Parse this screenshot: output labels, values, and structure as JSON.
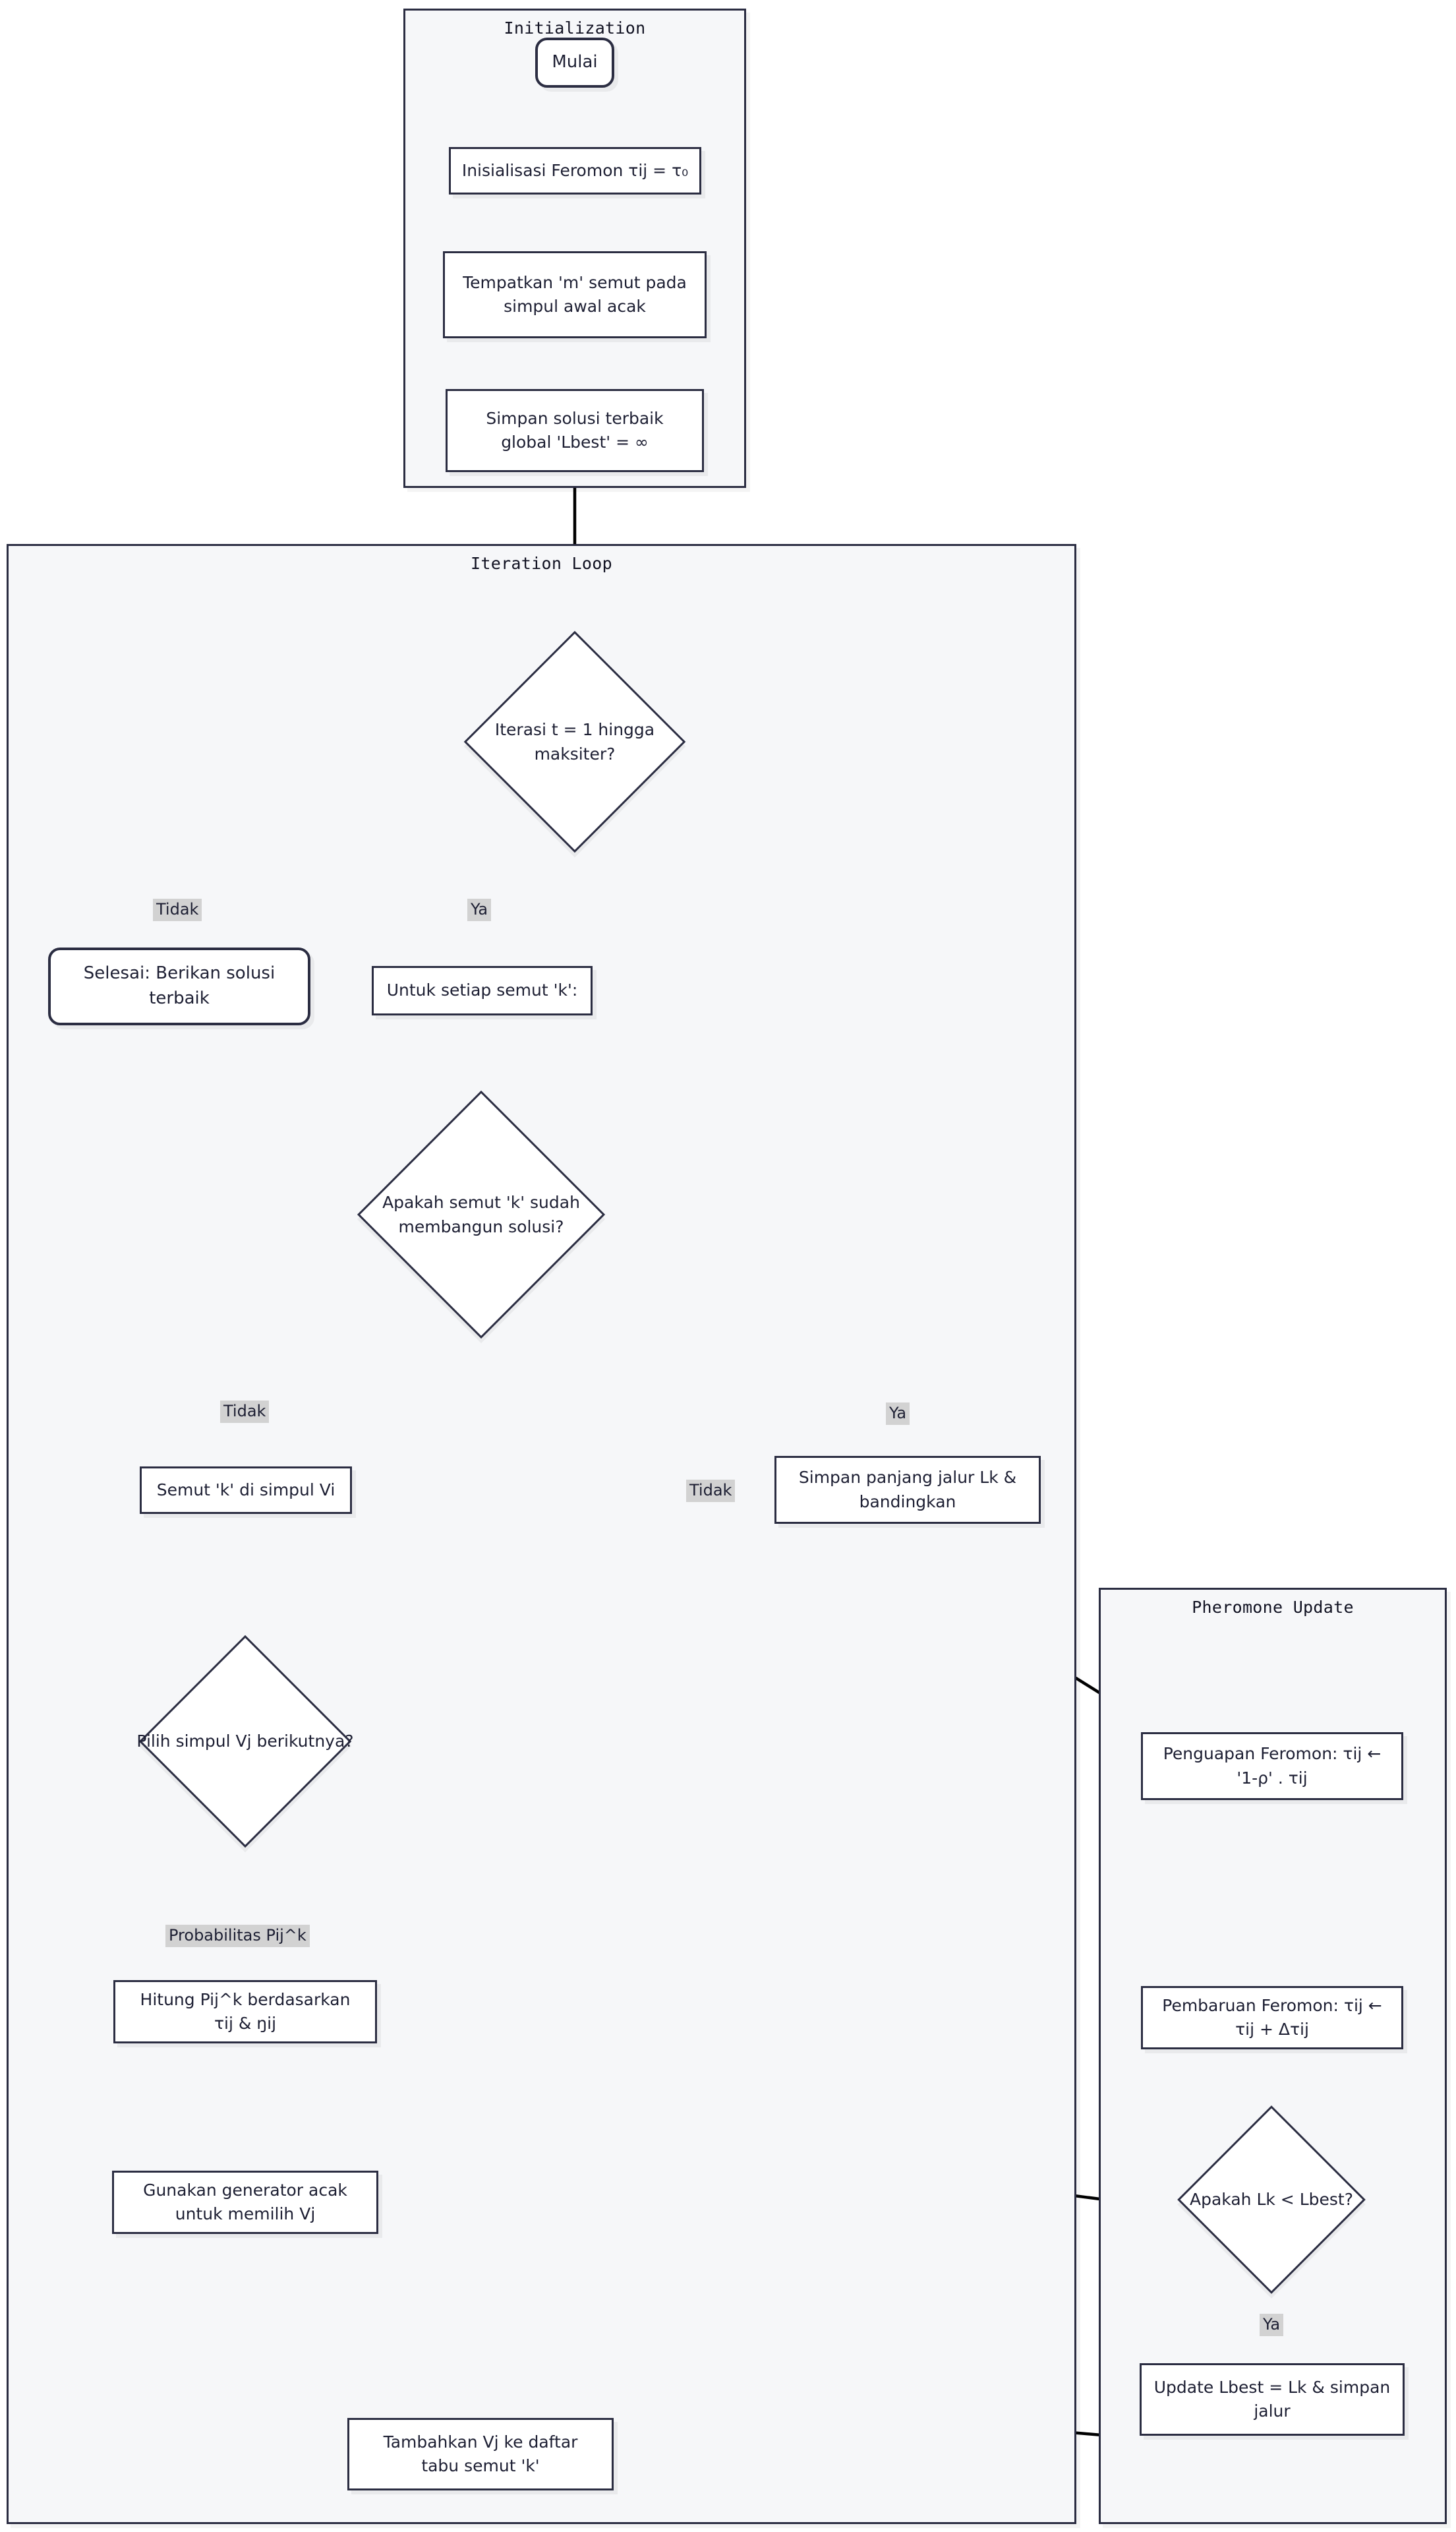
{
  "diagram": {
    "type": "flowchart",
    "title": "Ant Colony Optimization (ACO) Flowchart",
    "language": "id"
  },
  "clusters": [
    {
      "id": "init",
      "title": "Initialization"
    },
    {
      "id": "iteration",
      "title": "Iteration Loop"
    },
    {
      "id": "pheromone",
      "title": "Pheromone Update"
    }
  ],
  "nodes": {
    "mulai": {
      "label": "Mulai",
      "shape": "stadium"
    },
    "inisialisasi": {
      "label": "Inisialisasi Feromon τij = τ₀",
      "shape": "rect"
    },
    "tempatkan": {
      "line1": "Tempatkan 'm' semut pada",
      "line2": "simpul awal acak",
      "shape": "rect"
    },
    "simpan_global": {
      "line1": "Simpan solusi terbaik",
      "line2": "global 'Lbest' = ∞",
      "shape": "rect"
    },
    "iterasi": {
      "line1": "Iterasi t = 1 hingga",
      "line2": "maksiter?",
      "shape": "diamond"
    },
    "selesai": {
      "line1": "Selesai: Berikan solusi",
      "line2": "terbaik",
      "shape": "stadium"
    },
    "untuk_semut": {
      "label": "Untuk setiap semut 'k':",
      "shape": "rect"
    },
    "apakah_bangun": {
      "line1": "Apakah semut 'k' sudah",
      "line2": "membangun solusi?",
      "shape": "diamond"
    },
    "semut_simpul": {
      "label": "Semut 'k' di simpul Vi",
      "shape": "rect"
    },
    "pilih_simpul": {
      "label": "Pilih simpul Vj berikutnya?",
      "shape": "diamond"
    },
    "hitung_pij": {
      "line1": "Hitung Pij^k berdasarkan",
      "line2": "τij & ŋij",
      "shape": "rect"
    },
    "generator": {
      "line1": "Gunakan generator acak",
      "line2": "untuk memilih Vj",
      "shape": "rect"
    },
    "tambahkan_vj": {
      "line1": "Tambahkan Vj ke daftar",
      "line2": "tabu semut 'k'",
      "shape": "rect"
    },
    "simpan_panjang": {
      "line1": "Simpan panjang jalur Lk &",
      "line2": "bandingkan",
      "shape": "rect"
    },
    "penguapan": {
      "line1": "Penguapan Feromon: τij ←",
      "line2": "'1-ρ' . τij",
      "shape": "rect"
    },
    "pembaruan": {
      "line1": "Pembaruan Feromon: τij ←",
      "line2": "τij + Δτij",
      "shape": "rect"
    },
    "apakah_lk": {
      "label": "Apakah Lk < Lbest?",
      "shape": "diamond"
    },
    "update_lbest": {
      "line1": "Update Lbest = Lk & simpan",
      "line2": "jalur",
      "shape": "rect"
    }
  },
  "edge_labels": {
    "iterasi_tidak": "Tidak",
    "iterasi_ya": "Ya",
    "bangun_tidak": "Tidak",
    "bangun_ya": "Ya",
    "pilih_prob": "Probabilitas Pij^k",
    "loop_back_tidak": "Tidak",
    "lk_ya": "Ya"
  },
  "colors": {
    "node_border": "#2b2d42",
    "node_fill": "#ffffff",
    "cluster_fill": "#f6f7f9",
    "text": "#1d1f33",
    "edge_line": "#000000",
    "edge_label_bg": "#d2d2d2"
  }
}
